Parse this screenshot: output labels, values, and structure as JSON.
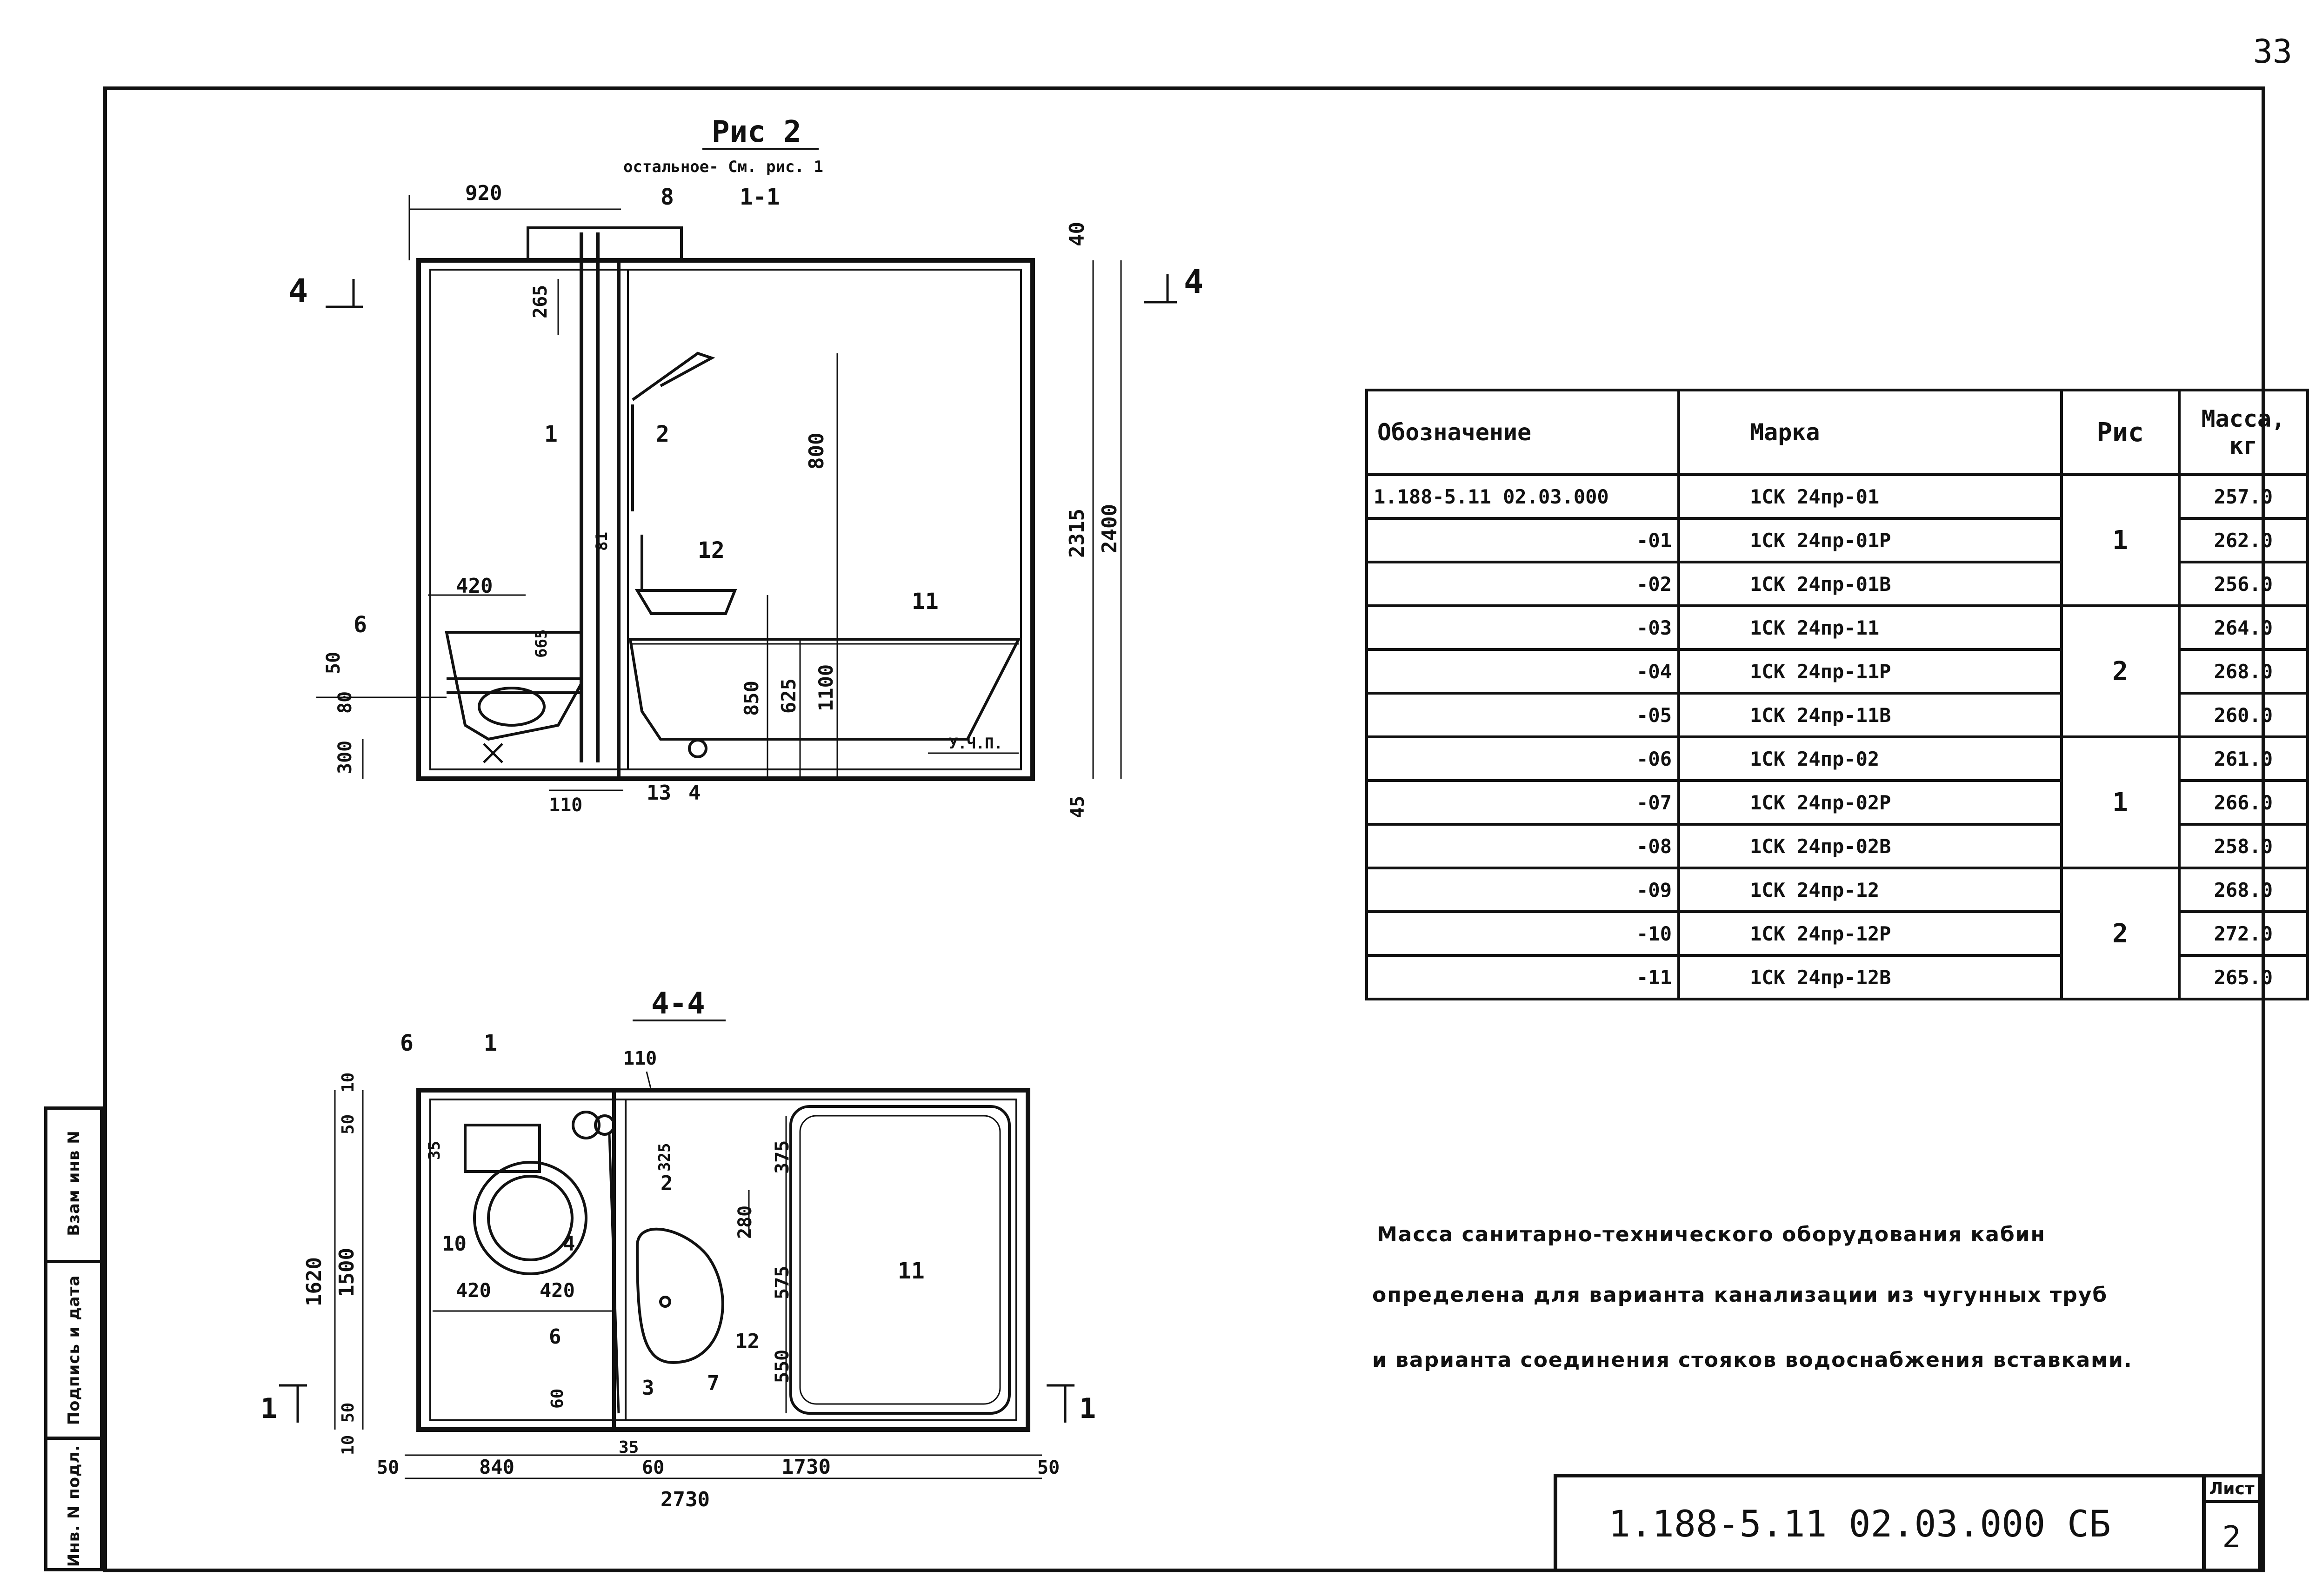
{
  "page_number": "33",
  "side_labels": {
    "inv_podl": "Инв. N подл.",
    "podpis": "Подпись и дата",
    "vzam": "Взам инв N"
  },
  "figure": {
    "title": "Рис 2",
    "subtitle": "остальное- См. рис. 1",
    "section_11": "1-1",
    "section_44": "4-4",
    "section_marker": "4",
    "section_marker_1": "1",
    "dims_11": {
      "d920": "920",
      "d8": "8",
      "d40": "40",
      "d265": "265",
      "d800": "800",
      "d2315": "2315",
      "d2400": "2400",
      "d420": "420",
      "d850": "850",
      "d625": "625",
      "d1100": "1100",
      "d300": "300",
      "d80": "80",
      "d110": "110",
      "d45": "45",
      "d665": "665",
      "d50": "50",
      "d81": "81",
      "d1": "1",
      "d2": "2",
      "d6": "6",
      "d12": "12",
      "d11": "11",
      "d13": "13",
      "d4": "4",
      "uchp": "У.Ч.П."
    },
    "dims_44": {
      "d6": "6",
      "d1": "1",
      "d110": "110",
      "d10a": "10",
      "d50a": "50",
      "d35": "35",
      "d375": "375",
      "d325": "325",
      "d2": "2",
      "d280": "280",
      "d1620": "1620",
      "d1500": "1500",
      "d10": "10",
      "d420a": "420",
      "d420b": "420",
      "d4": "4",
      "d575": "575",
      "d11": "11",
      "d12": "12",
      "d550": "550",
      "d60": "60",
      "d3": "3",
      "d7": "7",
      "d50b": "50",
      "d10b": "10",
      "d50l": "50",
      "d840": "840",
      "d35b": "35",
      "d60b": "60",
      "d1730": "1730",
      "d50r": "50",
      "d2730": "2730"
    }
  },
  "table": {
    "headers": {
      "designation": "Обозначение",
      "marka": "Марка",
      "fig": "Рис",
      "mass": "Масса, кг"
    },
    "rows": [
      {
        "designation": "1.188-5.11  02.03.000",
        "marka": "1СК 24пр-01",
        "mass": "257.0"
      },
      {
        "designation": "-01",
        "marka": "1СК 24пр-01Р",
        "mass": "262.0"
      },
      {
        "designation": "-02",
        "marka": "1СК 24пр-01В",
        "mass": "256.0"
      },
      {
        "designation": "-03",
        "marka": "1СК 24пр-11",
        "mass": "264.0"
      },
      {
        "designation": "-04",
        "marka": "1СК 24пр-11Р",
        "mass": "268.0"
      },
      {
        "designation": "-05",
        "marka": "1СК 24пр-11В",
        "mass": "260.0"
      },
      {
        "designation": "-06",
        "marka": "1СК 24пр-02",
        "mass": "261.0"
      },
      {
        "designation": "-07",
        "marka": "1СК 24пр-02Р",
        "mass": "266.0"
      },
      {
        "designation": "-08",
        "marka": "1СК 24пр-02В",
        "mass": "258.0"
      },
      {
        "designation": "-09",
        "marka": "1СК 24пр-12",
        "mass": "268.0"
      },
      {
        "designation": "-10",
        "marka": "1СК 24пр-12Р",
        "mass": "272.0"
      },
      {
        "designation": "-11",
        "marka": "1СК 24пр-12В",
        "mass": "265.0"
      }
    ],
    "fig_groups": [
      "1",
      "2",
      "1",
      "2"
    ]
  },
  "note": {
    "line1": "Масса санитарно-технического оборудования кабин",
    "line2": "определена для варианта канализации из чугунных труб",
    "line3": "и варианта соединения стояков водоснабжения вставками."
  },
  "title_block": {
    "code": "1.188-5.11    02.03.000 СБ",
    "sheet_label": "Лист",
    "sheet_number": "2"
  }
}
